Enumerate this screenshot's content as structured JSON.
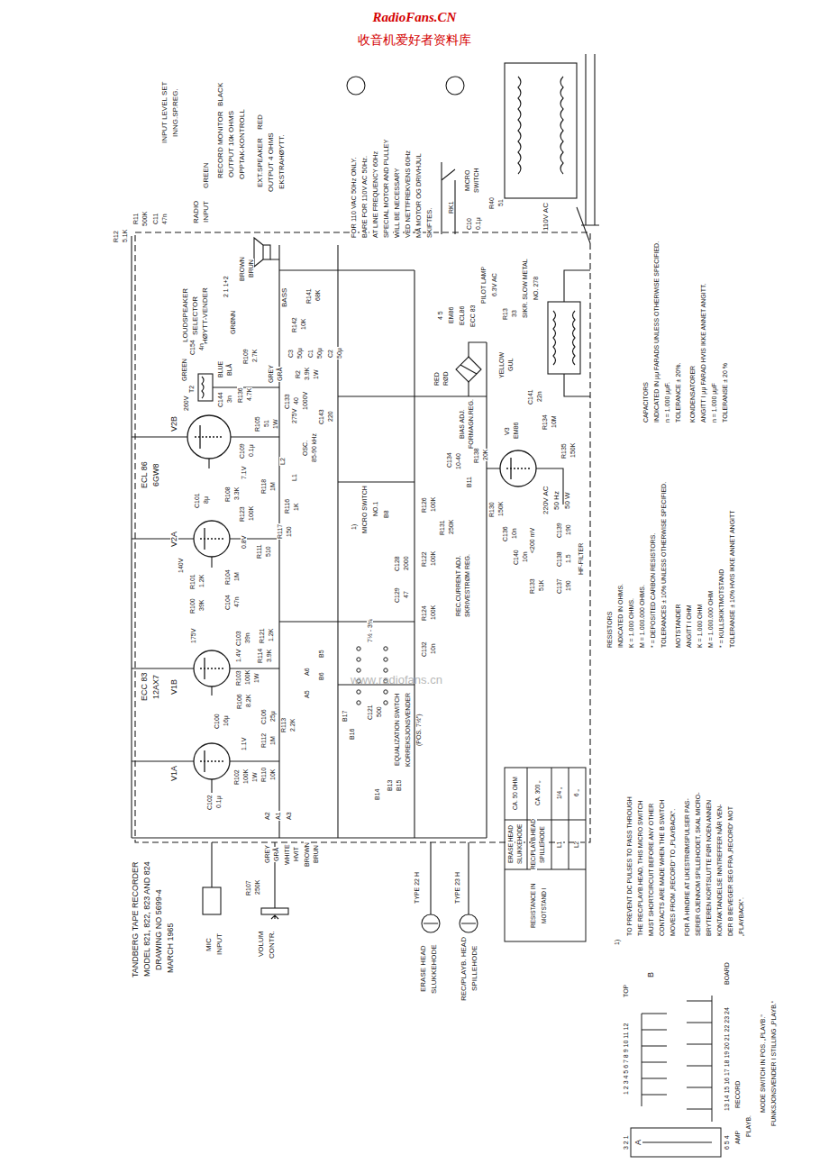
{
  "diagram": {
    "labels": [
      "RadioFans.CN",
      "收音机爱好者资料库",
      "TANDBERG TAPE RECORDER",
      "MODEL 821, 822, 823 AND 824",
      "DRAWING NO 5699-4",
      "MARCH 1965",
      "V1A",
      "ECC 83",
      "12AX7",
      "V1B",
      "V2A",
      "ECL 86",
      "6GW8",
      "V2B",
      "INPUT LEVEL SET",
      "INNG.SP.REG.",
      "R12",
      "5.1K",
      "R11",
      "500K",
      "C11",
      "47n",
      "RADIO",
      "INPUT",
      "GREEN",
      "RECORD MONITOR",
      "OUTPUT 10k OHMS",
      "BLACK",
      "OPPTAK-KONTROLL",
      "EXT.SPEAKER",
      "OUTPUT 4 OHMS",
      "RED",
      "EKSTRAHØYTT.",
      "FOR 110 VAC 50Hz ONLY.",
      "BARE FOR 110V AC 50Hz.",
      "AT LINE FREQUENCY 60Hz",
      "SPECIAL MOTOR AND PULLEY",
      "WILL BE NECESSARY",
      "VED NETTFREKVENS 60Hz",
      "MÅ MOTOR OG DRIVHJUL",
      "SKIFTES.",
      "MICRO",
      "SWITCH",
      "RK1",
      "R40",
      "51",
      "C10",
      "0.1μ",
      "110V AC",
      "LOUDSPEAKER",
      "SELECTOR",
      "HØYTT-VENDER",
      "GREEN",
      "GRØNN",
      "2 1 1+2",
      "BROWN",
      "BRUN",
      "C154",
      "4n",
      "BASS",
      "R142",
      "10K",
      "R141",
      "68K",
      "C3",
      "50μ",
      "C1",
      "50μ",
      "C2",
      "50μ",
      "R2",
      "3.9K",
      "1W",
      "GREY",
      "GRÅ",
      "T2",
      "BLUE",
      "BLÅ",
      "C144",
      "3n",
      "R136",
      "4.7K",
      "R109",
      "2.7K",
      "R105",
      "51",
      "1W",
      "275V",
      "L2",
      "L1",
      "OSC.",
      "85-90 kHz",
      "C133",
      "40",
      "1000V",
      "C143",
      "220",
      "R102",
      "100K",
      "1W",
      "C102",
      "0.1μ",
      "C100",
      "16μ",
      "R110",
      "10K",
      "1.1V",
      "R112",
      "1M",
      "R113",
      "2.2K",
      "C106",
      "25μ",
      "R106",
      "8.2K",
      "175V",
      "R103",
      "100K",
      "1W",
      "1.4V",
      "R114",
      "3.9K",
      "C103",
      "39n",
      "R121",
      "1.2K",
      "R100",
      "39K",
      "R101",
      "1.2K",
      "R104",
      "1M",
      "C104",
      "47n",
      "140V",
      "0.8V",
      "R111",
      "510",
      "R117",
      "150",
      "R123",
      "100K",
      "C101",
      "8μ",
      "R108",
      "3.3K",
      "7.1V",
      "R118",
      "1M",
      "R116",
      "1K",
      "260V",
      "C109",
      "0.1μ",
      "4 5",
      "EM86",
      "ECL86",
      "ECC 83",
      "PILOT LAMP",
      "6.3V AC",
      "R13",
      "33",
      "SIKR. SLOW METAL",
      "NO. 278",
      "RED",
      "RØD",
      "YELLOW",
      "GUL",
      "V3",
      "EM86",
      "C141",
      "22n",
      "R134",
      "10M",
      "R135",
      "150K",
      "R138",
      "20K",
      "R130",
      "150K",
      "BIAS ADJ.",
      "FORMAGN.REG.",
      "C134",
      "10-40",
      "B11",
      "C136",
      "10n",
      "<200 mV",
      "C140",
      "10n",
      "C139",
      "190",
      "C138",
      "1.5",
      "C137",
      "190",
      "HF-FILTER",
      "R133",
      "51K",
      "R131",
      "250K",
      "REC.CURRENT ADJ.",
      "SKRIVESTRØM REG.",
      "R126",
      "100K",
      "1)",
      "MICRO SWITCH",
      "NO.1",
      "B8",
      "R122",
      "100K",
      "C128",
      "2000",
      "R124",
      "100K",
      "C132",
      "10n",
      "C129",
      "47",
      "EQUALIZATION SWITCH",
      "KORREKSJONSVENDER",
      "(POS. 7½″)",
      "7½ - 3¾",
      "C121",
      "500",
      "B13",
      "B15",
      "B14",
      "B16",
      "B17",
      "A5",
      "A6",
      "B6",
      "B5",
      "A2",
      "A1",
      "A3",
      "GREY",
      "GRÅ",
      "WHITE",
      "HVIT",
      "BROWN",
      "BRUN",
      "R107",
      "250K",
      "MIC",
      "INPUT",
      "VOLUM",
      "CONTR.",
      "ERASE HEAD",
      "SLUKKEHODE",
      "TYPE 22 H",
      "REC/PLAYB. HEAD",
      "SPILLEHODE",
      "TYPE 23 H",
      "RESISTANCE IN",
      "MOTSTAND I",
      "ERASE HEAD",
      "SLUKKEHODE",
      "REC/PLAYB.HEAD",
      "SPILLEHODE",
      "L1",
      "L2",
      "CA. 50 OHM",
      "CA. 300 „",
      "1/4 „",
      "6 „",
      "www.radiofans.cn",
      "1)",
      "TO PREVENT DC PULSES TO PASS THROUGH",
      "THE REC/PLAYB.HEAD, THIS MICRO SWITCH",
      "MUST SHORTCIRCUIT BEFORE ANY OTHER",
      "CONTACTS ARE MADE WHEN THE B SWITCH",
      "MOVES FROM „RECORD“ TO „PLAYBACK“.",
      "FOR Å HINDRE AT LIKESTRØMSPULSER PAS-",
      "SERER GJENNOM SPILLEHODET, SKAL MICRO-",
      "BRYTEREN KORTSLUTTE FØR NOEN ANNEN",
      "KONTAKTANDELSE INNTREFFER NÅR VEN-",
      "DER B BEVEGER SEG FRA „RECORD“ MOT",
      "„PLAYBACK“.",
      "A",
      "B",
      "1 2 3 4 5 6 7 8 9 10 11 12",
      "TOP",
      "13 14 15 16 17 18 19 20 21 22 23 24",
      "BOARD",
      "3 2 1",
      "6 5 4",
      "AMP",
      "RECORD",
      "PLAYB.",
      "MODE SWITCH IN POS. „PLAYB.“",
      "FUNKSJONSVENDER I STILLING „PLAYB.“",
      "RESISTORS",
      "INDICATED IN OHMS.",
      "K = 1.000 OHMS.",
      "M = 1.000.000 OHMS.",
      "* = DEPOSITED CARBON RESISTORS.",
      "TOLERANCES ± 10% UNLESS OTHERWISE SPECIFIED.",
      "MOTSTANDER",
      "ANGITT I OHM",
      "K = 1.000 OHM",
      "M = 1.000.000 OHM",
      "* = KULLSKIKTMOTSTAND",
      "TOLERANSE ± 10% HVIS IKKE ANNET ANGITT",
      "CAPACITORS",
      "INDICATED IN μμ FARADS UNLESS OTHERWISE SPECIFIED.",
      "n = 1.000 μμF.",
      "TOLERANCE ± 20%.",
      "KONDENSATORER",
      "ANGITT I μμ FARAD HVIS IKKE ANNET ANGITT.",
      "n = 1.000 μμF",
      "TOLERANSE ± 20 %",
      "220V AC",
      "50 Hz",
      "50 W"
    ]
  }
}
